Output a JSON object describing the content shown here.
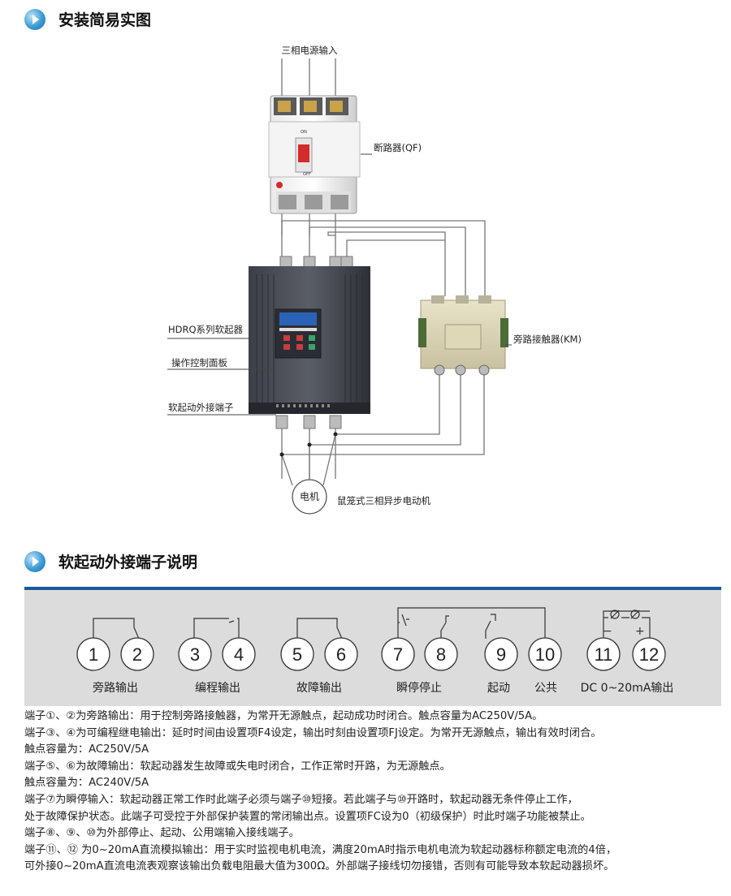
{
  "section1": {
    "title": "安装简易实图"
  },
  "section2": {
    "title": "软起动外接端子说明"
  },
  "photo": {
    "labels": {
      "power_input": "三相电源输入",
      "breaker": "断路器(QF)",
      "soft_starter": "HDRQ系列软起器",
      "panel": "操作控制面板",
      "terminals": "软起动外接端子",
      "contactor": "旁路接触器(KM)",
      "motor": "电机",
      "motor_desc": "鼠笼式三相异步电动机"
    },
    "breaker_marks": {
      "on": "ON",
      "off": "OFF"
    }
  },
  "terminals": {
    "numbers": [
      "1",
      "2",
      "3",
      "4",
      "5",
      "6",
      "7",
      "8",
      "9",
      "10",
      "11",
      "12"
    ],
    "captions": {
      "bypass": "旁路输出",
      "program": "编程输出",
      "fault": "故障输出",
      "stop": "瞬停停止",
      "start": "起动",
      "common": "公共",
      "dc": "DC 0~20mA输出"
    },
    "dc_minus": "−",
    "dc_plus": "+"
  },
  "description": [
    "端子①、②为旁路输出：用于控制旁路接触器，为常开无源触点，起动成功时闭合。触点容量为AC250V/5A。",
    "端子③、④为可编程继电输出：延时时间由设置项F4设定，输出时刻由设置项FJ设定。为常开无源触点，输出有效时闭合。",
    "触点容量为：AC250V/5A",
    "端子⑤、⑥为故障输出：软起动器发生故障或失电时闭合，工作正常时开路，为无源触点。",
    "触点容量为：AC240V/5A",
    "端子⑦为瞬停输入：软起动器正常工作时此端子必须与端子⑩短接。若此端子与⑩开路时，软起动器无条件停止工作，",
    "处于故障保护状态。此端子可受控于外部保护装置的常闭输出点。设置项FC设为0（初级保护）时此时端子功能被禁止。",
    "端子⑧、⑨、⑩为外部停止、起动、公用端输入接线端子。",
    "端子⑪、⑫ 为0~20mA直流模拟输出：用于实时监视电机电流，满度20mA时指示电机电流为软起动器标称额定电流的4倍，",
    "可外接0~20mA直流电流表观察该输出负载电阻最大值为300Ω。外部端子接线切勿接错，否则有可能导致本软起动器损坏。"
  ]
}
